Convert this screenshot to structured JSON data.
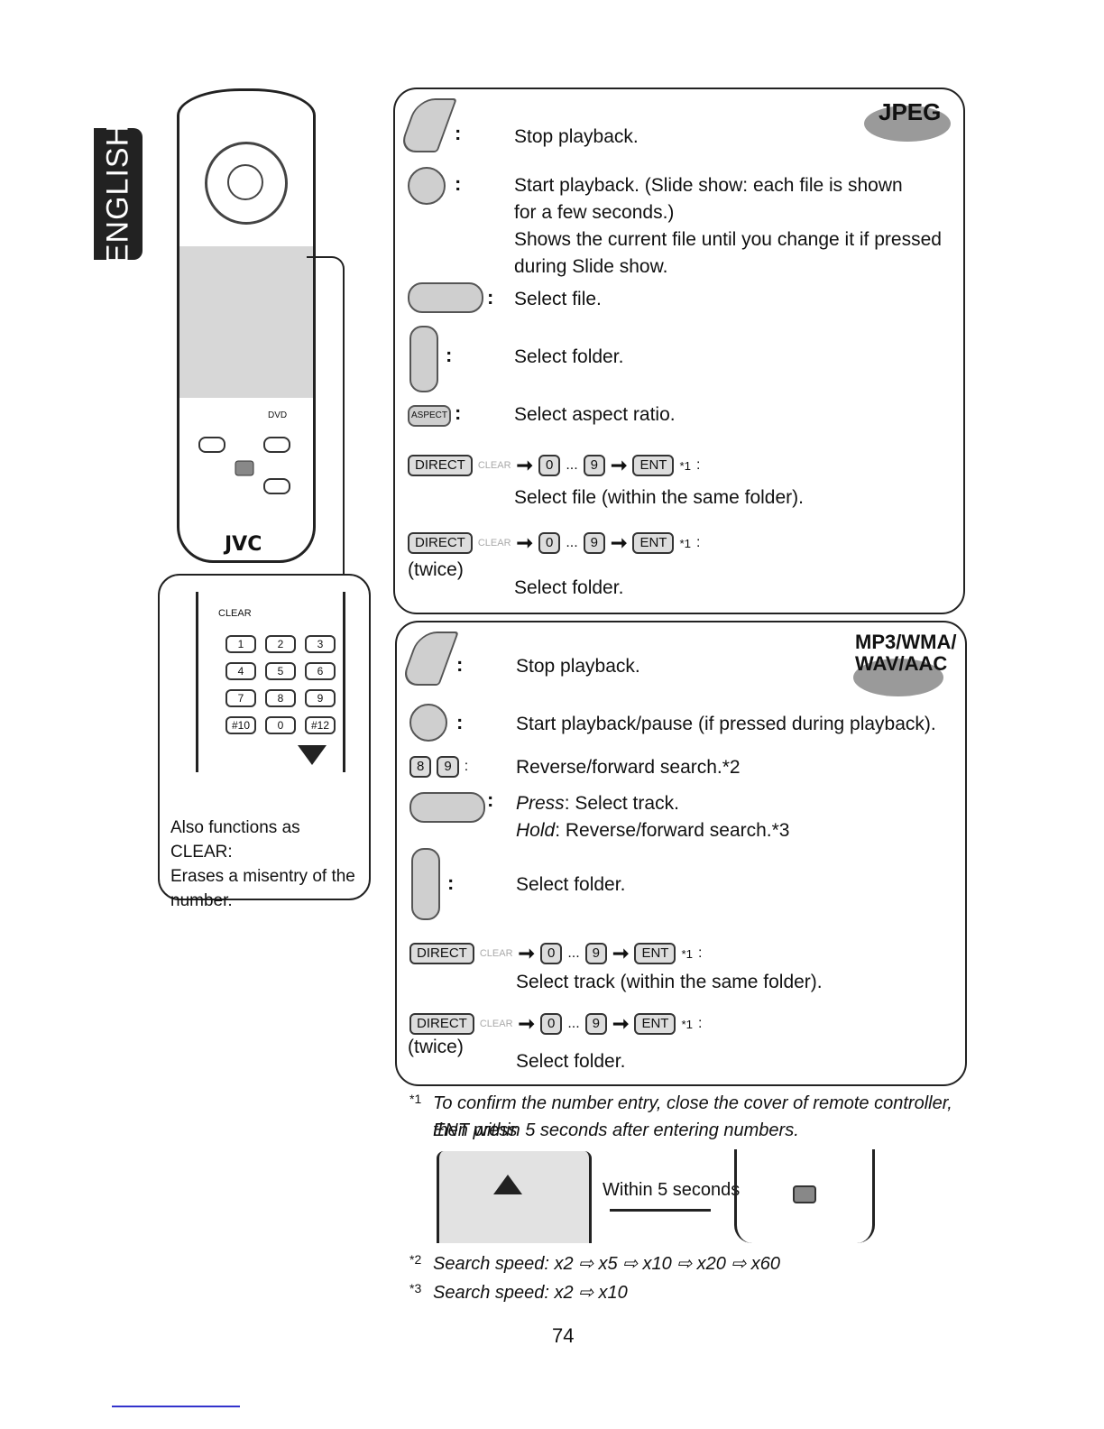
{
  "side_tab": "ENGLISH",
  "remote": {
    "brand": "JVC",
    "labels": [
      "DVD",
      "CLEAR"
    ]
  },
  "clear_note": [
    "Also functions as CLEAR:",
    "Erases a misentry of the",
    "number."
  ],
  "jpeg_panel": {
    "badge": "JPEG",
    "rows": [
      {
        "text": "Stop playback."
      },
      {
        "text": "Start playback. (Slide show: each file is shown for a few seconds.)"
      },
      {
        "text": "Shows the current file until you change it if pressed during Slide show."
      },
      {
        "text": "Select file."
      },
      {
        "text": "Select folder."
      },
      {
        "text": "Select aspect ratio."
      },
      {
        "text": "Select file (within the same folder)."
      },
      {
        "text": "Select folder."
      }
    ],
    "twice": "(twice)"
  },
  "mp3_panel": {
    "badge_line1": "MP3/WMA/",
    "badge_line2": "WAV/AAC",
    "rows": [
      {
        "text": "Stop playback."
      },
      {
        "text": "Start playback/pause (if pressed during playback)."
      },
      {
        "text": "Reverse/forward search.*2"
      },
      {
        "text_italic": "Press",
        "text": ": Select track."
      },
      {
        "text_italic": "Hold",
        "text": ": Reverse/forward search.*3"
      },
      {
        "text": "Select folder."
      },
      {
        "text": "Select track (within the same folder)."
      },
      {
        "text": "Select folder."
      }
    ],
    "twice": "(twice)"
  },
  "keys": {
    "direct": "DIRECT",
    "clear": "CLEAR",
    "zero": "0",
    "nine": "9",
    "ent": "ENT",
    "aspect": "ASPECT",
    "eight": "8",
    "dots": "...",
    "star1": "*1",
    "colon": ":"
  },
  "footnotes": {
    "n1_mark": "*1",
    "n1_line1": "To confirm the number entry, close the cover of remote controller, then press",
    "n1_line2": "ENT within 5 seconds after entering numbers.",
    "within": "Within 5 seconds",
    "n2_mark": "*2",
    "n2": "Search speed: x2 ⇨ x5 ⇨ x10 ⇨ x20 ⇨ x60",
    "n3_mark": "*3",
    "n3": "Search speed: x2 ⇨ x10"
  },
  "page_number": "74"
}
